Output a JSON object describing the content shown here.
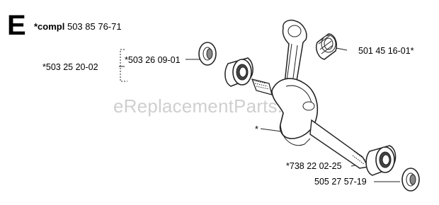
{
  "section": {
    "letter": "E",
    "compl_prefix": "*compl",
    "compl_number": "503 85 76-71"
  },
  "labels": {
    "bearing_left_outer": "*503 25 20-02",
    "seal_left": "*503 26 09-01",
    "needle_bearing": "501 45 16-01*",
    "crankshaft": "*",
    "bearing_right": "*738 22 02-25",
    "seal_right": "505 27 57-19"
  },
  "watermark": "eReplacementParts.com"
}
